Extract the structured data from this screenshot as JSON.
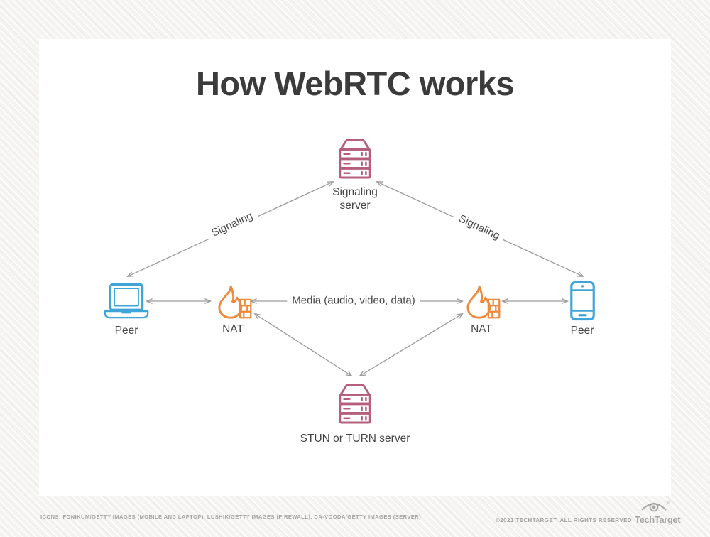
{
  "title": "How WebRTC works",
  "nodes": {
    "signaling_server": {
      "label": "Signaling\nserver",
      "icon": "server-rack-icon"
    },
    "peer_left": {
      "label": "Peer",
      "icon": "laptop-icon"
    },
    "nat_left": {
      "label": "NAT",
      "icon": "firewall-flame-icon"
    },
    "nat_right": {
      "label": "NAT",
      "icon": "firewall-flame-icon"
    },
    "peer_right": {
      "label": "Peer",
      "icon": "smartphone-icon"
    },
    "stun_turn_server": {
      "label": "STUN or TURN server",
      "icon": "server-rack-icon"
    }
  },
  "edges": {
    "signaling_left": "Signaling",
    "signaling_right": "Signaling",
    "media": "Media (audio, video, data)"
  },
  "footer": {
    "credits": "ICONS: FONIKUM/GETTY IMAGES (MOBILE AND LAPTOP), LUSHIK/GETTY IMAGES (FIREWALL), DA-VOODA/GETTY IMAGES (SERVER)",
    "copyright": "©2021 TECHTARGET. ALL RIGHTS RESERVED",
    "brand": "TechTarget"
  },
  "colors": {
    "peer_blue": "#3fa5d8",
    "nat_orange": "#ee8a3d",
    "server_rose": "#b55f7d",
    "arrow_gray": "#9b9b9b",
    "label_text": "#454545",
    "title_text": "#3b3b3b",
    "footer_text": "#a3a3a3"
  }
}
